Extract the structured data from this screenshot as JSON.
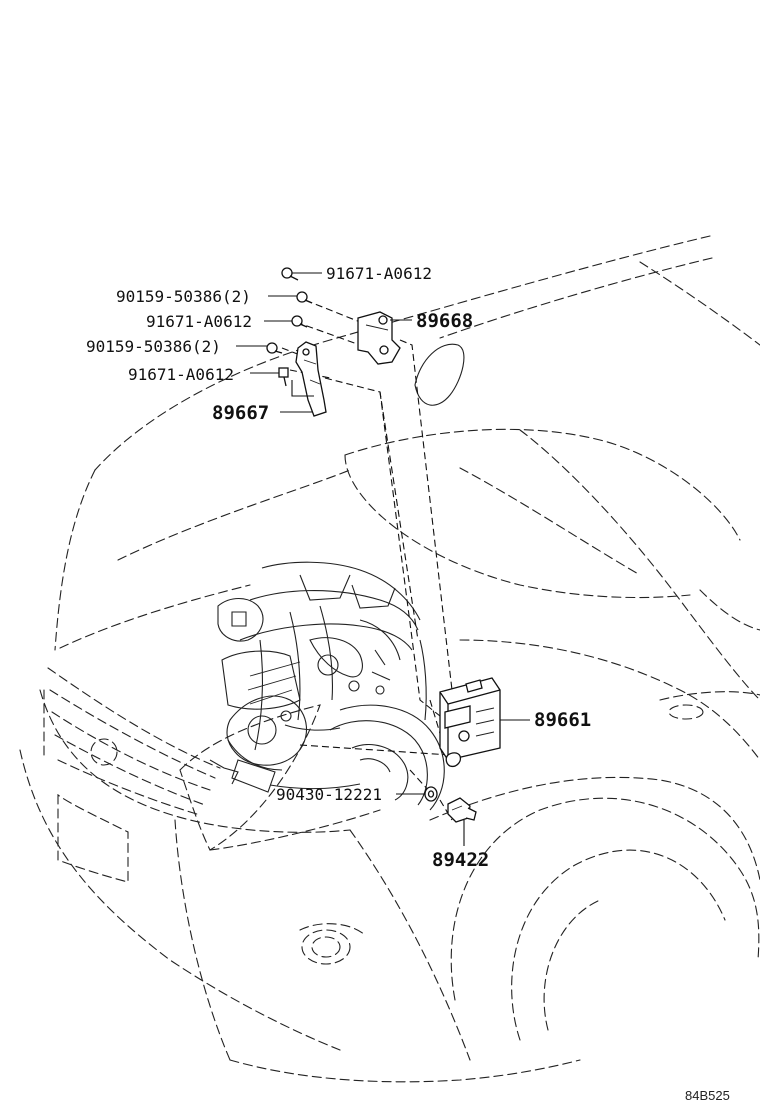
{
  "diagram": {
    "drawing_code": "84B525",
    "callouts": [
      {
        "id": "c1",
        "label": "91671-A0612",
        "quantity": ""
      },
      {
        "id": "c2",
        "label": "90159-50386",
        "quantity": "(2)"
      },
      {
        "id": "c3",
        "label": "91671-A0612",
        "quantity": ""
      },
      {
        "id": "c4",
        "label": "90159-50386",
        "quantity": "(2)"
      },
      {
        "id": "c5",
        "label": "91671-A0612",
        "quantity": ""
      },
      {
        "id": "c6",
        "label": "89667",
        "quantity": ""
      },
      {
        "id": "c7",
        "label": "89668",
        "quantity": ""
      },
      {
        "id": "c8",
        "label": "89661",
        "quantity": ""
      },
      {
        "id": "c9",
        "label": "90430-12221",
        "quantity": ""
      },
      {
        "id": "c10",
        "label": "89422",
        "quantity": ""
      }
    ]
  }
}
